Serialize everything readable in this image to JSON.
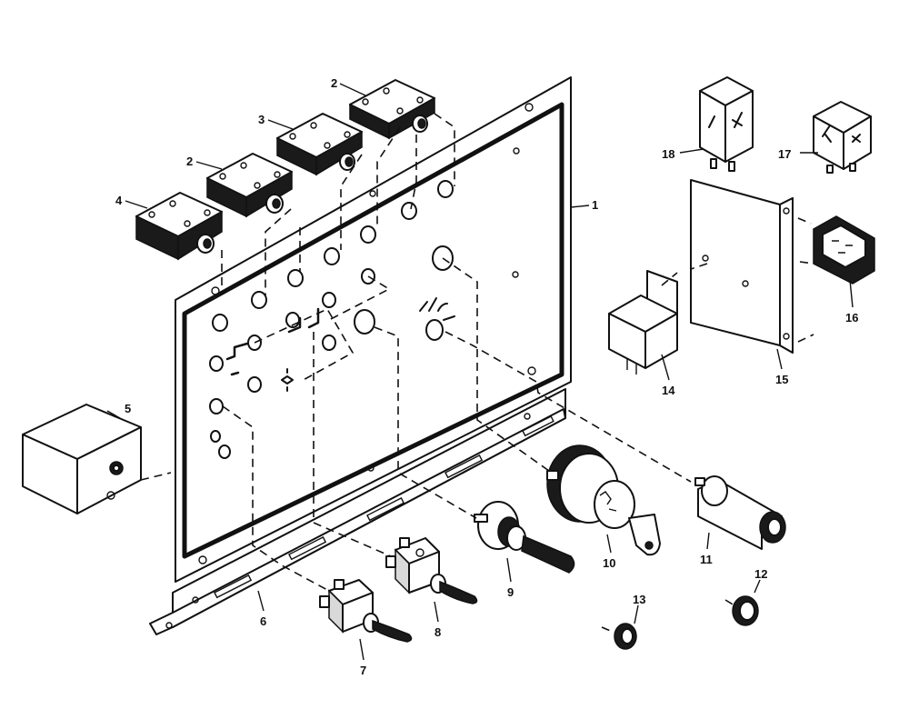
{
  "parts": [
    {
      "id": "panel",
      "label": "1"
    },
    {
      "id": "breaker-right",
      "label": "2"
    },
    {
      "id": "breaker-middle",
      "label": "3"
    },
    {
      "id": "breaker-left-2",
      "label": "2"
    },
    {
      "id": "breaker-left",
      "label": "4"
    },
    {
      "id": "box",
      "label": "5"
    },
    {
      "id": "bracket",
      "label": "6"
    },
    {
      "id": "toggle-left",
      "label": "7"
    },
    {
      "id": "toggle-right",
      "label": "8"
    },
    {
      "id": "rotary-switch",
      "label": "9"
    },
    {
      "id": "ignition-switch",
      "label": "10"
    },
    {
      "id": "light-socket",
      "label": "11"
    },
    {
      "id": "grommet-large",
      "label": "12"
    },
    {
      "id": "grommet-small",
      "label": "13"
    },
    {
      "id": "relay-mounted",
      "label": "14"
    },
    {
      "id": "relay-plate",
      "label": "15"
    },
    {
      "id": "rocker-switch",
      "label": "16"
    },
    {
      "id": "relay-small",
      "label": "17"
    },
    {
      "id": "relay-large",
      "label": "18"
    }
  ]
}
